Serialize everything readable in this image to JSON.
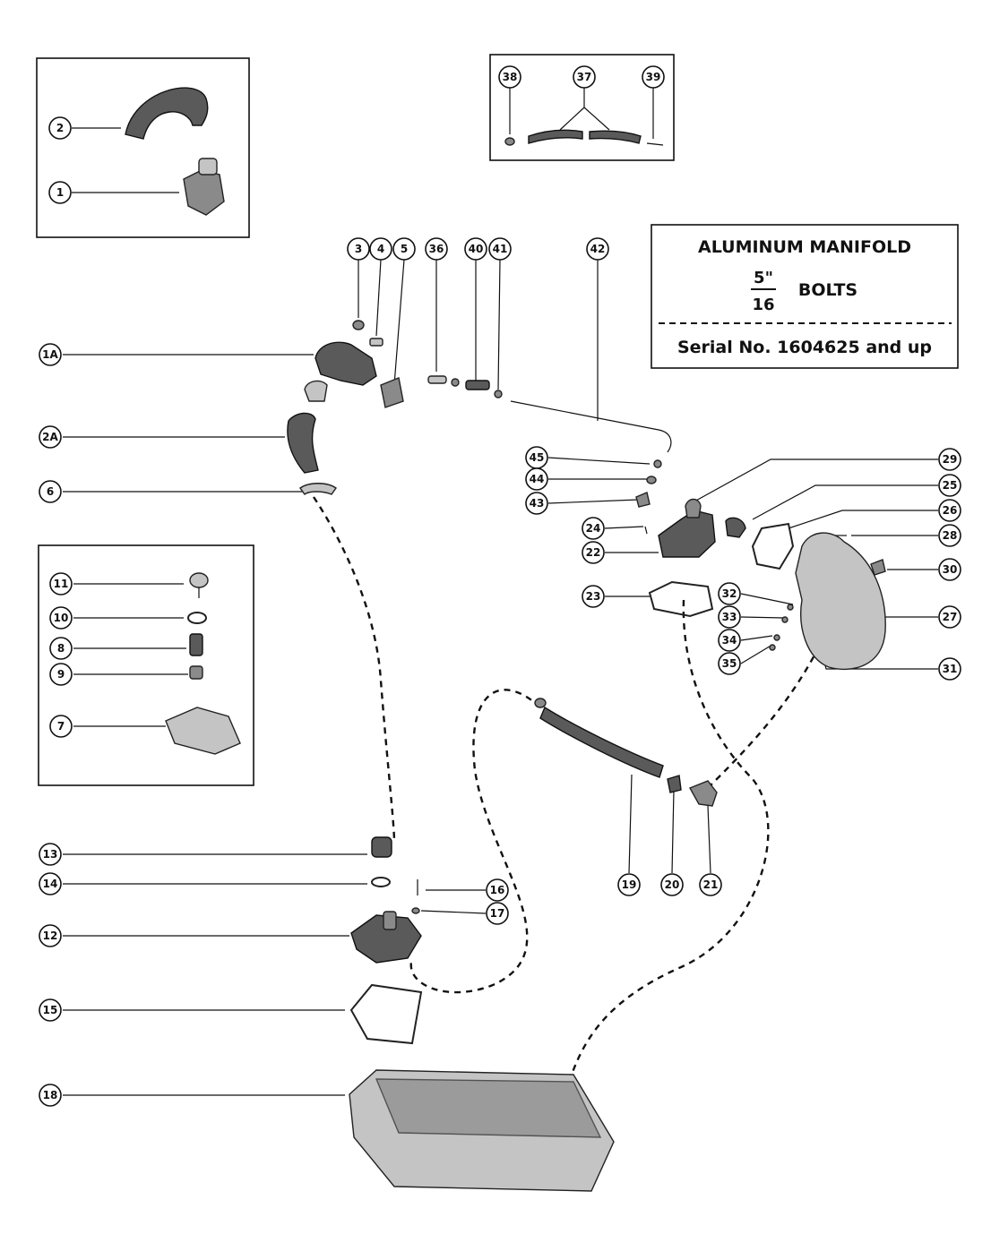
{
  "title_box": {
    "line1": "ALUMINUM MANIFOLD",
    "fraction_numerator": "5\"",
    "fraction_denominator": "16",
    "fraction_suffix": "BOLTS",
    "serial": "Serial No. 1604625 and up"
  },
  "callouts": [
    "1",
    "2",
    "38",
    "37",
    "39",
    "3",
    "4",
    "5",
    "36",
    "40",
    "41",
    "42",
    "1A",
    "2A",
    "6",
    "45",
    "44",
    "43",
    "24",
    "22",
    "29",
    "25",
    "26",
    "28",
    "30",
    "23",
    "32",
    "33",
    "34",
    "35",
    "27",
    "31",
    "11",
    "10",
    "8",
    "9",
    "7",
    "13",
    "14",
    "16",
    "17",
    "12",
    "15",
    "18",
    "19",
    "20",
    "21"
  ]
}
